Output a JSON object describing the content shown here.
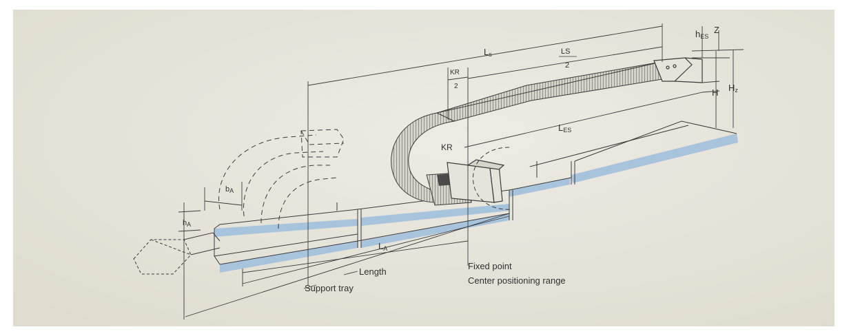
{
  "labels": {
    "L_s": "L",
    "L_s_sub": "s",
    "LS_half_num": "LS",
    "LS_half_den": "2",
    "KR_half_num": "KR",
    "KR_half_den": "2",
    "h_ES": "h",
    "h_ES_sub": "ES",
    "Z": "Z",
    "H": "H",
    "H_z": "H",
    "H_z_sub": "z",
    "L_ES": "L",
    "L_ES_sub": "ES",
    "KR": "KR",
    "b_A": "b",
    "b_A_sub": "A",
    "h_A": "h",
    "h_A_sub": "A",
    "L_A": "L",
    "L_A_sub": "A",
    "length": "Length",
    "support_tray": "Support tray",
    "fixed_point": "Fixed point",
    "center_positioning_range": "Center positioning range"
  },
  "colors": {
    "paper": "#e4e1d6",
    "paper_light": "#ebe9e0",
    "outer": "#ffffff",
    "tray_blue": "#a8c4dd",
    "line": "#3a3a3a",
    "text": "#2f2f2f"
  }
}
